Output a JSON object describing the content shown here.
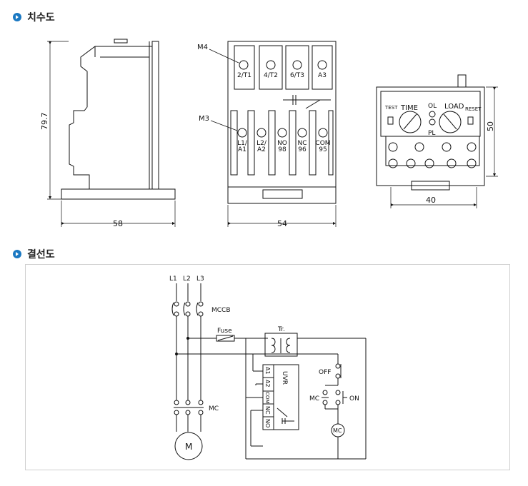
{
  "sections": {
    "dimension_title": "치수도",
    "wiring_title": "결선도"
  },
  "side_view": {
    "height_label": "79.7",
    "width_label": "58"
  },
  "front_view": {
    "screw_top": "M4",
    "screw_bottom": "M3",
    "top_terminals": [
      "2/T1",
      "4/T2",
      "6/T3",
      "A3"
    ],
    "bottom_terminals": [
      [
        "L1/",
        "A1"
      ],
      [
        "L2/",
        "A2"
      ],
      [
        "NO",
        "98"
      ],
      [
        "NC",
        "96"
      ],
      [
        "COM",
        "95"
      ]
    ],
    "width_label": "54"
  },
  "panel_view": {
    "test": "TEST",
    "time": "TIME",
    "ol": "OL",
    "pl": "PL",
    "load": "LOAD",
    "reset": "RESET",
    "height_label": "50",
    "width_label": "40"
  },
  "wiring": {
    "l1": "L1",
    "l2": "L2",
    "l3": "L3",
    "mccb": "MCCB",
    "fuse": "Fuse",
    "tr": "Tr.",
    "off": "OFF",
    "on": "ON",
    "mc_left": "MC",
    "mc_coil": "MC",
    "mc_contact": "MC",
    "motor": "M",
    "uvr": "UVR",
    "uvr_terminals": [
      "A1",
      "A2",
      "COM",
      "NC",
      "NO"
    ]
  }
}
